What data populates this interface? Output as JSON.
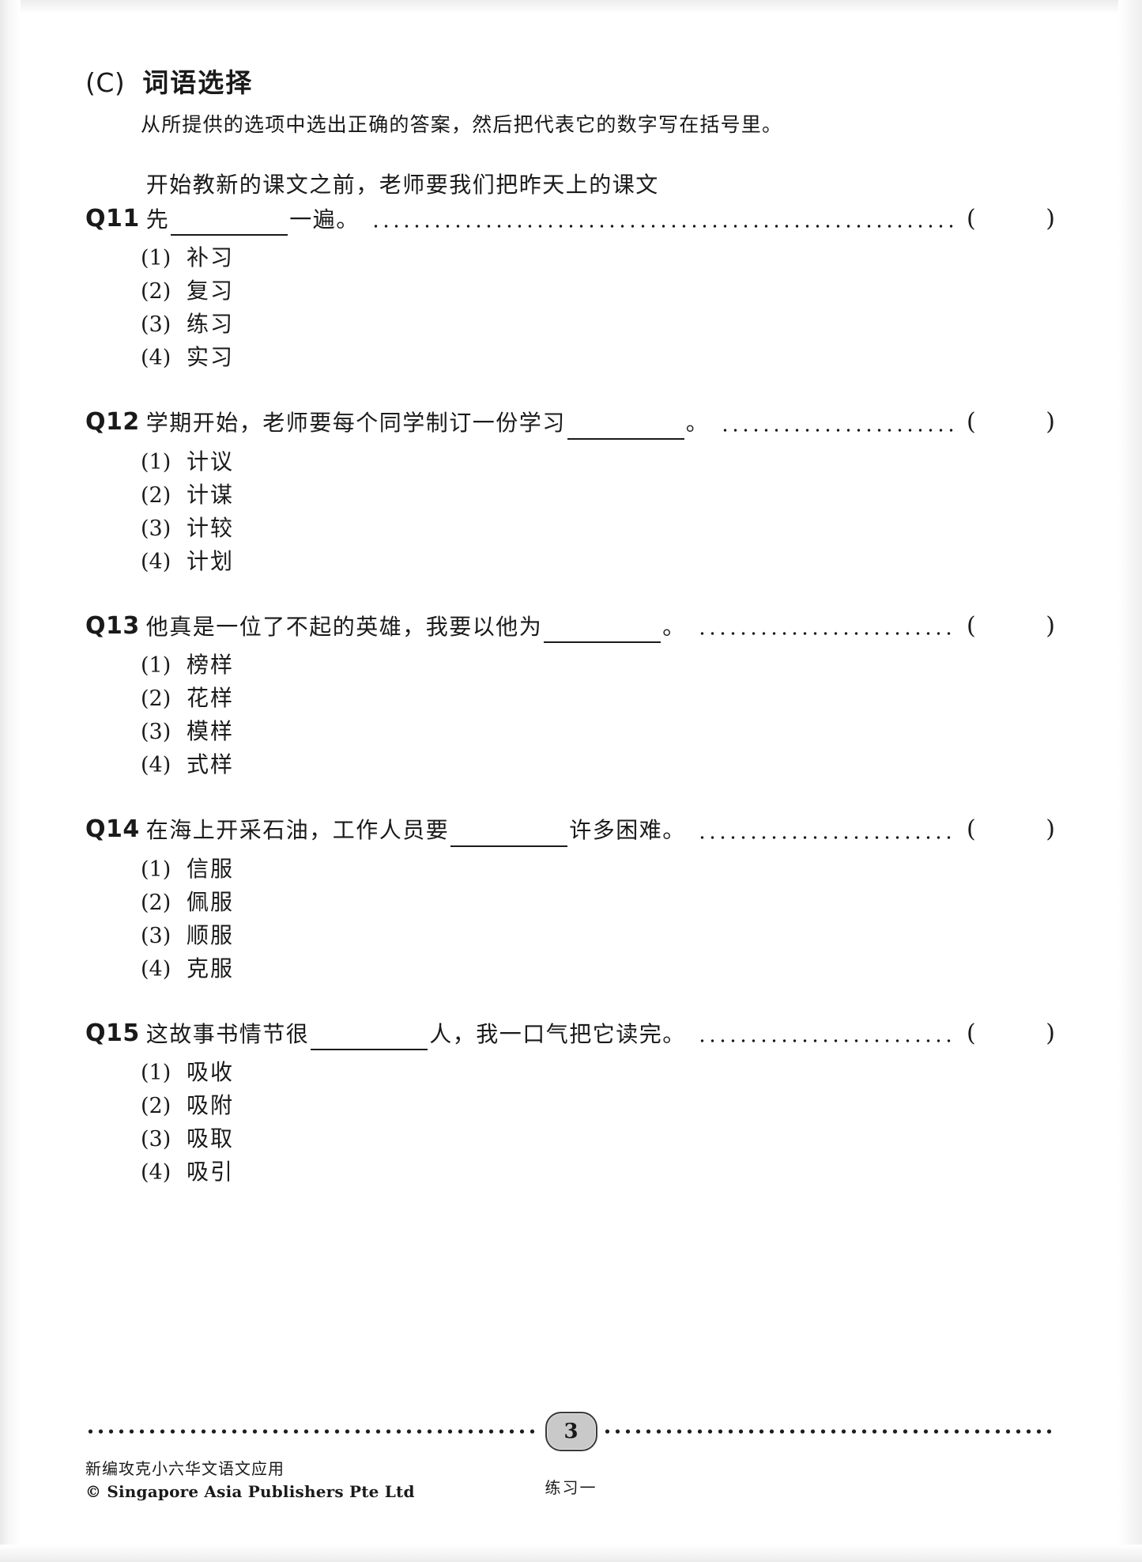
{
  "section": {
    "letter": "(C)",
    "title": "词语选择",
    "instruction": "从所提供的选项中选出正确的答案，然后把代表它的数字写在括号里。"
  },
  "answer_paren": {
    "open": "(",
    "close": ")"
  },
  "questions": [
    {
      "id": "Q11",
      "line1": "开始教新的课文之前，老师要我们把昨天上的课文",
      "line2_before": "先",
      "line2_after": "一遍。",
      "two_line": true,
      "options": [
        {
          "num": "(1)",
          "text": "补习"
        },
        {
          "num": "(2)",
          "text": "复习"
        },
        {
          "num": "(3)",
          "text": "练习"
        },
        {
          "num": "(4)",
          "text": "实习"
        }
      ]
    },
    {
      "id": "Q12",
      "line1_before": "学期开始，老师要每个同学制订一份学习",
      "line1_after": "。",
      "two_line": false,
      "options": [
        {
          "num": "(1)",
          "text": "计议"
        },
        {
          "num": "(2)",
          "text": "计谋"
        },
        {
          "num": "(3)",
          "text": "计较"
        },
        {
          "num": "(4)",
          "text": "计划"
        }
      ]
    },
    {
      "id": "Q13",
      "line1_before": "他真是一位了不起的英雄，我要以他为",
      "line1_after": "。",
      "two_line": false,
      "options": [
        {
          "num": "(1)",
          "text": "榜样"
        },
        {
          "num": "(2)",
          "text": "花样"
        },
        {
          "num": "(3)",
          "text": "模样"
        },
        {
          "num": "(4)",
          "text": "式样"
        }
      ]
    },
    {
      "id": "Q14",
      "line1_before": "在海上开采石油，工作人员要",
      "line1_after": "许多困难。",
      "two_line": false,
      "options": [
        {
          "num": "(1)",
          "text": "信服"
        },
        {
          "num": "(2)",
          "text": "佩服"
        },
        {
          "num": "(3)",
          "text": "顺服"
        },
        {
          "num": "(4)",
          "text": "克服"
        }
      ]
    },
    {
      "id": "Q15",
      "line1_before": "这故事书情节很",
      "line1_after": "人，我一口气把它读完。",
      "two_line": false,
      "options": [
        {
          "num": "(1)",
          "text": "吸收"
        },
        {
          "num": "(2)",
          "text": "吸附"
        },
        {
          "num": "(3)",
          "text": "吸取"
        },
        {
          "num": "(4)",
          "text": "吸引"
        }
      ]
    }
  ],
  "footer": {
    "page_number": "3",
    "imprint_cn": "新编攻克小六华文语文应用",
    "imprint_en": "© Singapore Asia Publishers Pte Ltd",
    "exercise_label": "练习一"
  }
}
